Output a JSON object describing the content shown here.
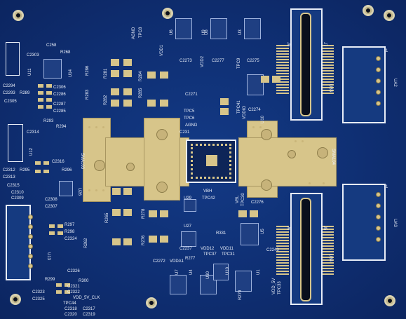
{
  "board": {
    "colors": {
      "solder_mask": "#0f2f73",
      "copper": "#d7c58a",
      "silk": "#e9eef8",
      "hole": "#0a0f1c"
    },
    "labels": {
      "c2258": "C258",
      "r268": "R268",
      "c2303": "C2303",
      "c2294": "C2294",
      "c2293": "C2293",
      "r289": "R289",
      "c2306": "C2306",
      "c2286": "C2286",
      "c2287": "C2287",
      "c2285": "C2285",
      "c2305": "C2305",
      "r293": "R293",
      "r294": "R294",
      "c2314": "C2314",
      "c2312": "C2312",
      "r295": "R295",
      "c2313": "C2313",
      "c2316": "C2316",
      "r296": "R296",
      "c2315": "C2315",
      "c2310": "C2310",
      "c2309": "C2309",
      "c2308": "C2308",
      "c2307": "C2307",
      "r297": "R297",
      "r298": "R298",
      "c2324": "C2324",
      "c2326": "C2326",
      "r299": "R299",
      "r300": "R300",
      "c2321": "C2321",
      "c2322": "C2322",
      "c2323": "C2323",
      "c2325": "C2325",
      "vdd_5v_clk": "VDD_5V_CLK",
      "tpc44": "TPC44",
      "c2318": "C2318",
      "c2317": "C2317",
      "c2320": "C2320",
      "c2319": "C2319",
      "u11": "U11",
      "u12": "U12",
      "u13": "U13",
      "u14": "U14",
      "u26": "U26",
      "r286": "R286",
      "r283": "R283",
      "r284": "R284",
      "r285": "R285",
      "r281": "R281",
      "r282": "R282",
      "vdd1": "VDD1",
      "tpc8": "TPC8",
      "agnd": "AGND",
      "c2273": "C2273",
      "c2277": "C2277",
      "c2275": "C2275",
      "u6": "U6",
      "u8": "U8",
      "u9": "U9",
      "u3": "U3",
      "vdd2": "VDD2",
      "tpc9": "TPC9",
      "c2271": "C2271",
      "tpc5": "TPC5",
      "tpc6": "TPC6",
      "agnd2": "AGND",
      "c231": "C231",
      "c2274": "C2274",
      "tpc41": "TPC41",
      "vddio": "VDDIO",
      "u10": "U10",
      "j8": "J8",
      "j7": "J7",
      "u33": "U33",
      "ua2": "UA2",
      "j6": "J6",
      "j5": "J5",
      "u34": "U34",
      "ua3": "UA3",
      "sma_left": "SMA103",
      "sma_right": "SMA104",
      "r278": "R278",
      "r276": "R276",
      "r265": "R265",
      "r262": "R262",
      "u29": "U29",
      "tpc42": "TPC42",
      "vbh": "VBH",
      "vbl": "VBL",
      "tpc30": "TPC30",
      "c2276": "C2276",
      "u27": "U27",
      "r331": "R331",
      "c2237": "C2237",
      "vdd12": "VDD12",
      "tpc37": "TPC37",
      "vdd11": "VDD11",
      "tpc31": "TPC31",
      "c2243": "C2243",
      "u5": "U5",
      "u30": "U30",
      "c2272": "C2272",
      "vdda1": "VDDA1",
      "r277": "R277",
      "u7": "U7",
      "u4": "U4",
      "u10b": "U10",
      "u1": "U1",
      "vdd_5v": "VDD_5V",
      "tpc33": "TPC33",
      "r279": "R279",
      "pin1": "1",
      "pin1b": "1"
    }
  }
}
